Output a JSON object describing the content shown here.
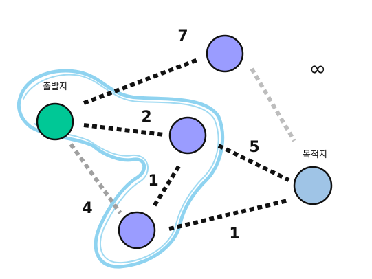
{
  "diagram": {
    "start_node_label": "출발지",
    "destination_node_label": "목적지",
    "infinity_label": "∞",
    "edge_labels": {
      "start_to_top": "7",
      "start_to_middle": "2",
      "start_to_bottom": "4",
      "middle_to_bottom": "1",
      "middle_to_destination": "5",
      "bottom_to_destination": "1"
    },
    "colors": {
      "start_node": "#00c896",
      "intermediate_node": "#9a9cff",
      "destination_node": "#9fc4e6",
      "active_edge": "#111111",
      "inactive_edge": "#bdbdbd",
      "highlight_outline": "#8fd3f0"
    }
  }
}
